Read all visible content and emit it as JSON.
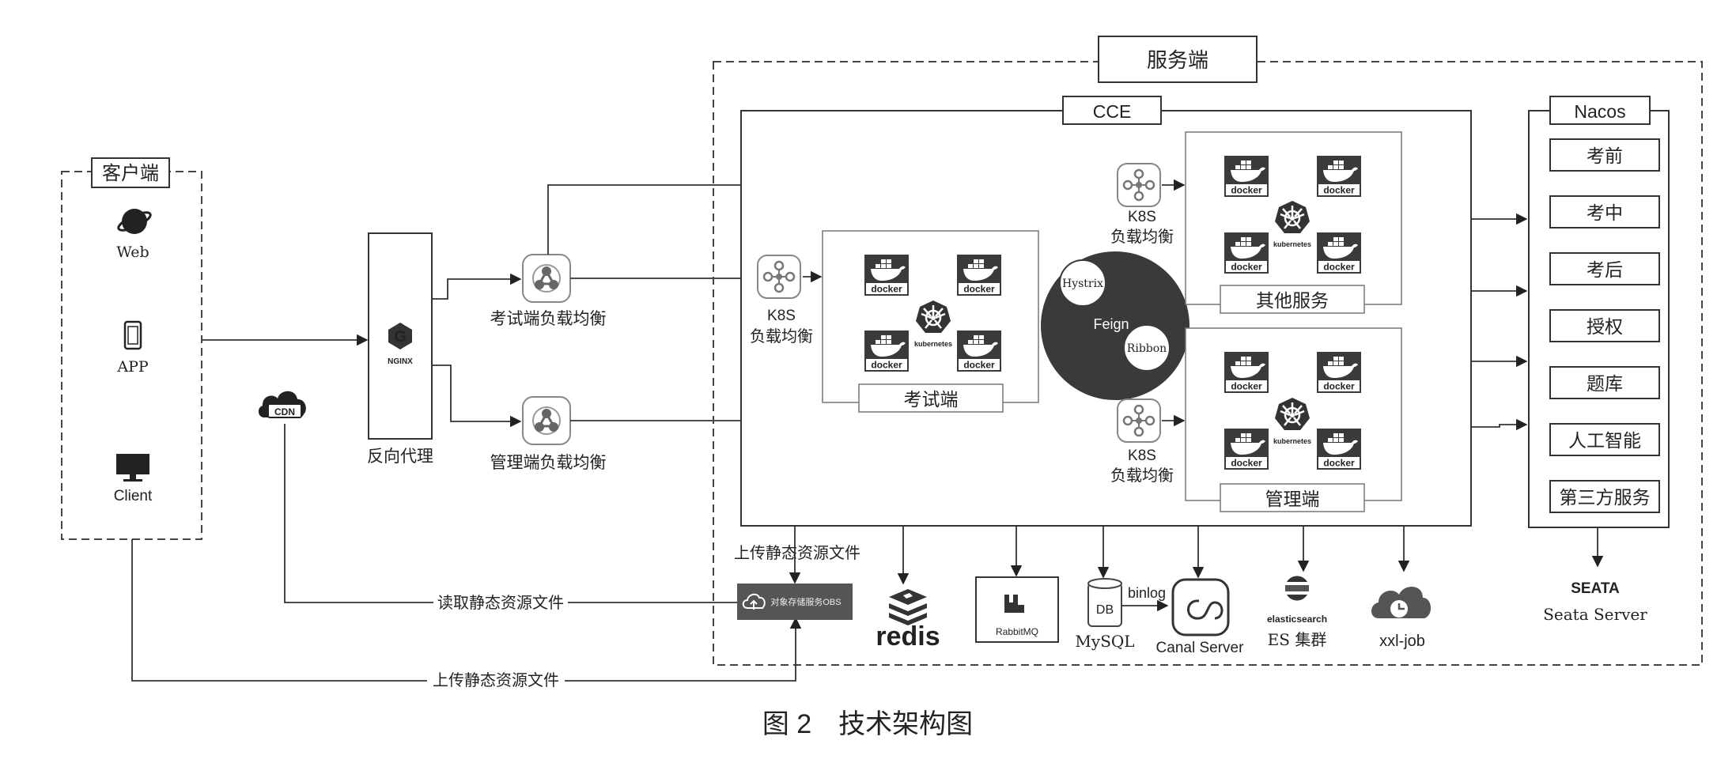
{
  "client": {
    "title": "客户端",
    "items": [
      "Web",
      "APP",
      "Client"
    ]
  },
  "nginx_label": "反向代理",
  "nginx_logo": "NGINX",
  "lb_exam": "考试端负载均衡",
  "lb_admin": "管理端负载均衡",
  "server_title": "服务端",
  "cce_title": "CCE",
  "k8s_line1": "K8S",
  "k8s_line2": "负载均衡",
  "docker_label": "docker",
  "kubernetes_label": "kubernetes",
  "exam_cluster": "考试端",
  "other_cluster": "其他服务",
  "admin_cluster": "管理端",
  "feign": {
    "center": "Feign",
    "hystrix": "Hystrix",
    "ribbon": "Ribbon"
  },
  "nacos": {
    "title": "Nacos",
    "items": [
      "考前",
      "考中",
      "考后",
      "授权",
      "题库",
      "人工智能",
      "第三方服务"
    ]
  },
  "cdn_label": "CDN",
  "obs_label": "对象存储服务OBS",
  "upload_static_top": "上传静态资源文件",
  "read_static": "读取静态资源文件",
  "upload_static_bottom": "上传静态资源文件",
  "components": {
    "redis": "redis",
    "rabbit": "RabbitMQ",
    "db_icon": "DB",
    "mysql": "MySQL",
    "binlog": "binlog",
    "canal": "Canal Server",
    "es_logo": "elasticsearch",
    "es": "ES 集群",
    "xxl": "xxl-job"
  },
  "seata": {
    "logo": "SEATA",
    "label": "Seata Server"
  },
  "caption": "图 2　技术架构图"
}
